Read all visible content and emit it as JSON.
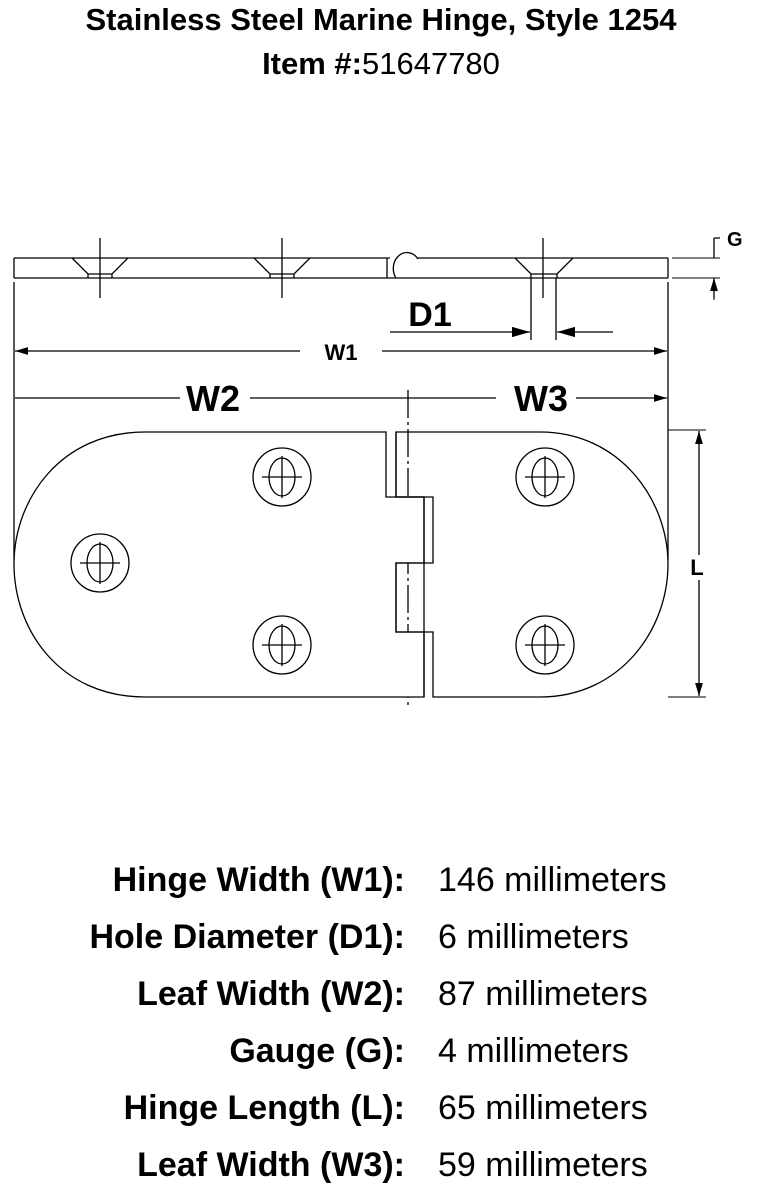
{
  "title": "Stainless Steel Marine Hinge, Style 1254",
  "item_label": "Item #:",
  "item_number": "51647780",
  "diagram_labels": {
    "g": "G",
    "d1": "D1",
    "w1": "W1",
    "w2": "W2",
    "w3": "W3",
    "l": "L"
  },
  "specs": [
    {
      "label": "Hinge Width (W1):",
      "value": "146 millimeters"
    },
    {
      "label": "Hole Diameter (D1):",
      "value": "6 millimeters"
    },
    {
      "label": "Leaf Width (W2):",
      "value": "87 millimeters"
    },
    {
      "label": "Gauge (G):",
      "value": "4 millimeters"
    },
    {
      "label": "Hinge Length (L):",
      "value": "65 millimeters"
    },
    {
      "label": "Leaf Width (W3):",
      "value": "59 millimeters"
    }
  ]
}
